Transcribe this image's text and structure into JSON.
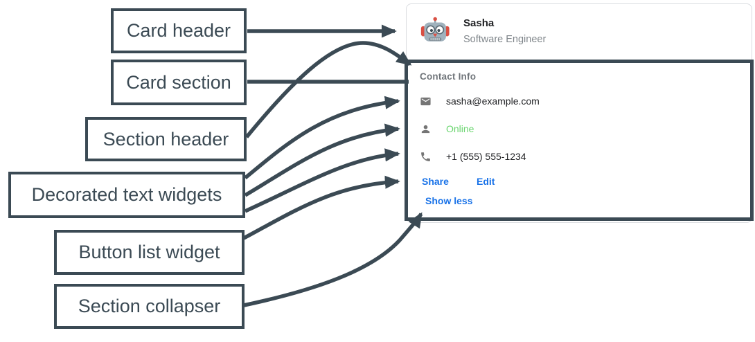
{
  "annotations": {
    "arrow_color": "#3b4a54",
    "labels": [
      {
        "id": "card-header",
        "text": "Card header"
      },
      {
        "id": "card-section",
        "text": "Card section"
      },
      {
        "id": "section-header",
        "text": "Section header"
      },
      {
        "id": "decorated-text-widgets",
        "text": "Decorated text widgets"
      },
      {
        "id": "button-list-widget",
        "text": "Button list widget"
      },
      {
        "id": "section-collapser",
        "text": "Section collapser"
      }
    ]
  },
  "card": {
    "header": {
      "avatar_icon": "robot-avatar-icon",
      "name": "Sasha",
      "subtitle": "Software Engineer"
    },
    "section": {
      "title": "Contact Info",
      "widgets": [
        {
          "icon": "email-icon",
          "text": "sasha@example.com",
          "text_color": "#202124"
        },
        {
          "icon": "person-icon",
          "text": "Online",
          "text_color": "#69d56e"
        },
        {
          "icon": "phone-icon",
          "text": "+1 (555) 555-1234",
          "text_color": "#202124"
        }
      ],
      "buttons": [
        {
          "label": "Share"
        },
        {
          "label": "Edit"
        }
      ],
      "collapser_label": "Show less",
      "accent_blue": "#1a73e8"
    }
  }
}
